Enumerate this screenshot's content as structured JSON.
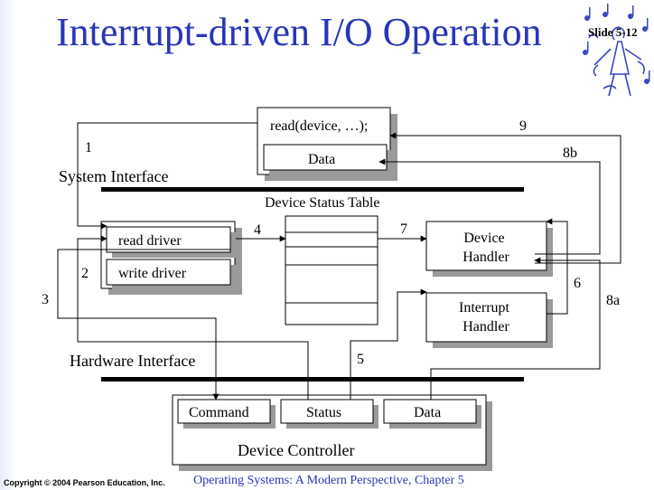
{
  "slide": {
    "title": "Interrupt-driven I/O Operation",
    "slide_number": "Slide 5-12",
    "copyright": "Copyright © 2004 Pearson Education, Inc.",
    "footer": "Operating Systems: A Modern Perspective, Chapter 5",
    "title_color": "#2a35b8"
  },
  "diagram": {
    "system_interface_label": "System Interface",
    "hardware_interface_label": "Hardware Interface",
    "device_status_table_label": "Device Status Table",
    "read_call_label": "read(device, …);",
    "data_label": "Data",
    "read_driver_label": "read driver",
    "write_driver_label": "write driver",
    "device_handler_label": [
      "Device",
      "Handler"
    ],
    "interrupt_handler_label": [
      "Interrupt",
      "Handler"
    ],
    "command_label": "Command",
    "status_label": "Status",
    "controller_data_label": "Data",
    "device_controller_label": "Device Controller",
    "step_labels": {
      "s1": "1",
      "s2": "2",
      "s3": "3",
      "s4": "4",
      "s5": "5",
      "s6": "6",
      "s7": "7",
      "s8a": "8a",
      "s8b": "8b",
      "s9": "9"
    },
    "shadow_color": "#9a9a9a",
    "line_color": "#000000"
  }
}
